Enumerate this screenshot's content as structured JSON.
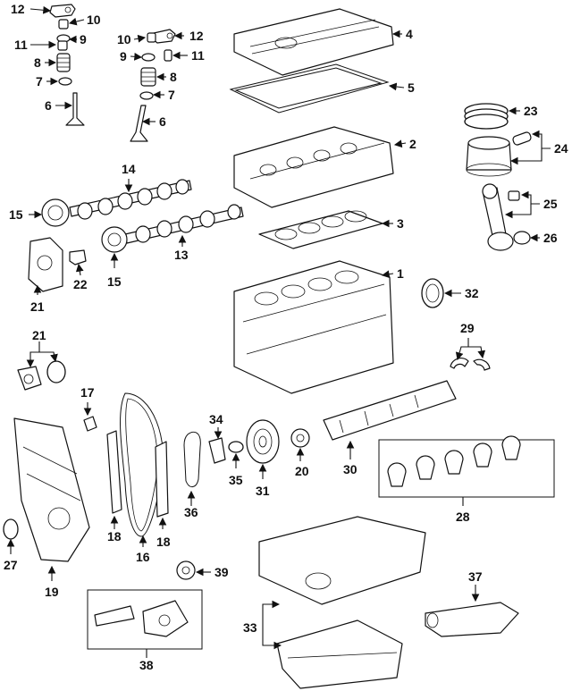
{
  "callouts": {
    "c1": "1",
    "c2": "2",
    "c3": "3",
    "c4": "4",
    "c5": "5",
    "c6": "6",
    "c7": "7",
    "c8": "8",
    "c9": "9",
    "c10": "10",
    "c11": "11",
    "c12": "12",
    "c13": "13",
    "c14": "14",
    "c15": "15",
    "c16": "16",
    "c17": "17",
    "c18": "18",
    "c19": "19",
    "c20": "20",
    "c21": "21",
    "c22": "22",
    "c23": "23",
    "c24": "24",
    "c25": "25",
    "c26": "26",
    "c27": "27",
    "c28": "28",
    "c29": "29",
    "c30": "30",
    "c31": "31",
    "c32": "32",
    "c33": "33",
    "c34": "34",
    "c35": "35",
    "c36": "36",
    "c37": "37",
    "c38": "38",
    "c39": "39"
  }
}
